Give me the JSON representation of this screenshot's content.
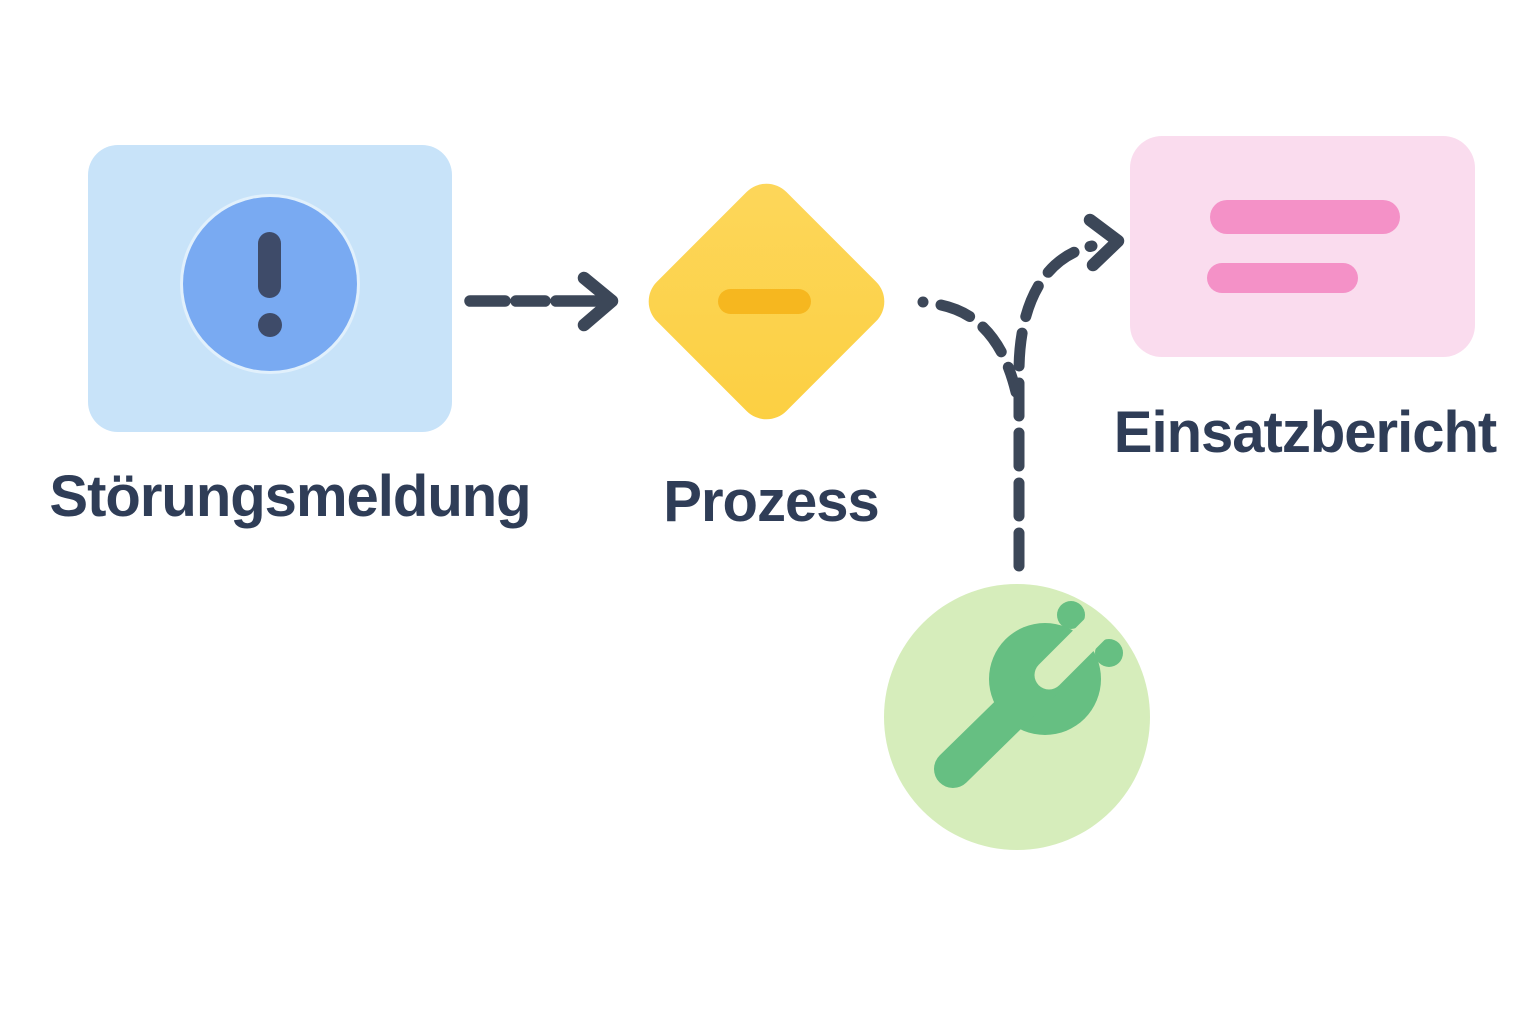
{
  "diagram": {
    "background_color": "#ffffff",
    "connector_color": "#3c4758",
    "label_color": "#2f3d57",
    "nodes": {
      "stoerungsmeldung": {
        "label": "Störungsmeldung",
        "shape": "rounded-rectangle",
        "fill": "#c8e3f9",
        "icon": "alert-exclamation-icon",
        "icon_circle_fill": "#79aaf2",
        "icon_glyph_color": "#3e4b69"
      },
      "prozess": {
        "label": "Prozess",
        "shape": "diamond",
        "fill": "#fcd34e",
        "icon": "minus-bar-icon",
        "icon_color": "#f6b71f"
      },
      "einsatzbericht": {
        "label": "Einsatzbericht",
        "shape": "rounded-rectangle",
        "fill": "#fadcee",
        "icon": "document-text-lines-icon",
        "icon_color": "#f491c7"
      },
      "werkzeug": {
        "shape": "circle",
        "fill": "#d6edbb",
        "icon": "wrench-icon",
        "icon_color": "#66bf82"
      }
    },
    "edges": [
      {
        "from": "stoerungsmeldung",
        "to": "prozess",
        "style": "dashed-arrow"
      },
      {
        "from": "prozess",
        "to": "junction",
        "style": "dashed-curve"
      },
      {
        "from": "werkzeug",
        "to": "einsatzbericht",
        "style": "dashed-arrow"
      }
    ]
  }
}
